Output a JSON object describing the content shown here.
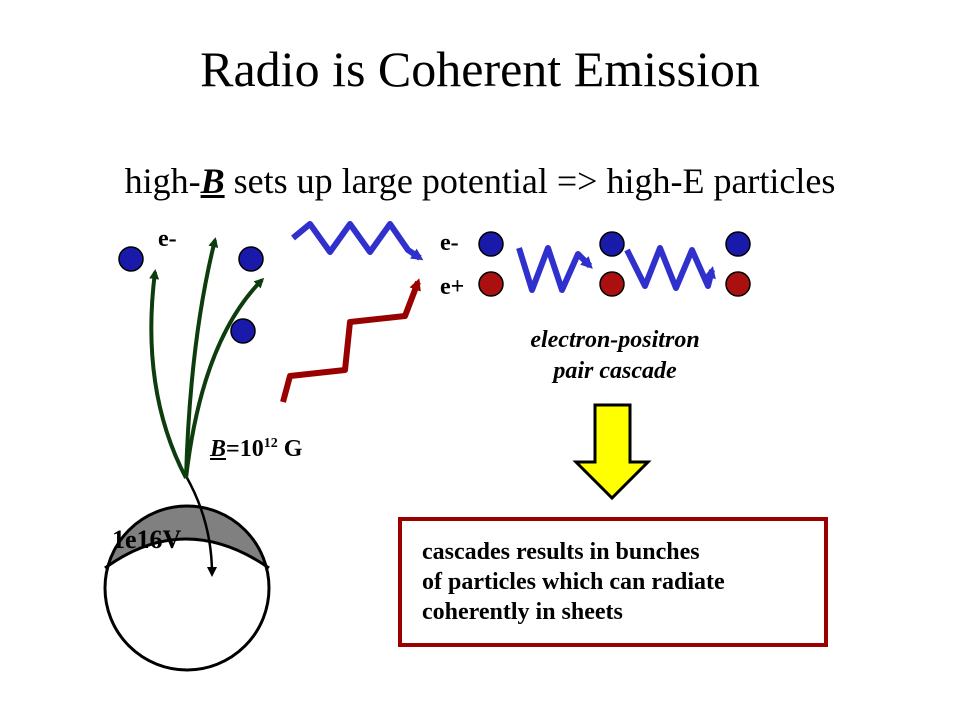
{
  "title": "Radio is Coherent Emission",
  "subtitle": {
    "prefix": "high-",
    "symbol": "B",
    "suffix": " sets up large potential => high-E particles"
  },
  "labels": {
    "electron_left": "e-",
    "electron_pair": "e-",
    "positron_pair": "e+"
  },
  "cascade_label": [
    "electron-positron",
    "pair cascade"
  ],
  "field_label": {
    "symbol": "B",
    "eq": "=10",
    "exponent": "12",
    "unit": " G"
  },
  "potential_label": "1e16V",
  "result_text": [
    "cascades results in bunches",
    "of particles which can radiate",
    "coherently in sheets"
  ],
  "colors": {
    "electron": "#1a1aaa",
    "positron": "#aa1010",
    "field_line": "#0d3d0d",
    "photon_blue": "#3030cc",
    "photon_red": "#990000",
    "arrow_fill": "#ffff00",
    "star_fill": "#808080",
    "box_border": "#990000"
  }
}
